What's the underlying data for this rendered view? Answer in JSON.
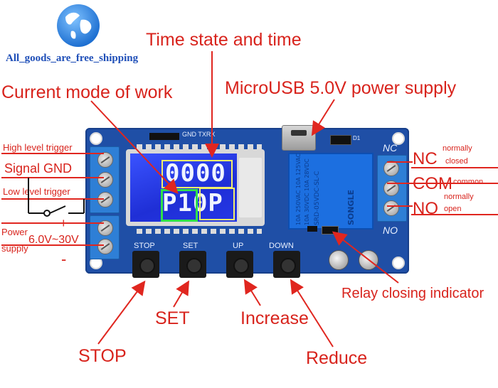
{
  "logo": {
    "caption": "All_goods_are_free_shipping",
    "icon": "globe-icon"
  },
  "callouts": {
    "time_state": "Time state and time",
    "current_mode": "Current mode of work",
    "microusb": "MicroUSB 5.0V power supply",
    "high_trigger": "High level trigger",
    "signal_gnd": "Signal GND",
    "low_trigger": "Low level trigger",
    "power": "Power",
    "supply": "supply",
    "voltage": "6.0V~30V",
    "nc": "NC",
    "nc_desc_1": "normally",
    "nc_desc_2": "closed",
    "com": "COM",
    "com_desc": "common",
    "no": "NO",
    "no_desc_1": "normally",
    "no_desc_2": "open",
    "relay_indicator": "Relay closing indicator",
    "set": "SET",
    "increase": "Increase",
    "stop": "STOP",
    "reduce": "Reduce",
    "plus": "+",
    "minus": "-"
  },
  "board": {
    "header_label": "GND TXRX",
    "lcd_top": "0000",
    "lcd_bottom": "P10P",
    "buttons": [
      "STOP",
      "SET",
      "UP",
      "DOWN"
    ],
    "nc_silk": "NC",
    "no_silk": "NO",
    "d1": "D1",
    "relay_lines": [
      "10A 250VAC 10A 125VAC",
      "10A 30VDC 10A 28VDC",
      "SRD-05VDC-SL-C",
      "SONGLE"
    ]
  },
  "colors": {
    "label_red": "#d8231c",
    "board_blue": "#1f4fa6",
    "lcd_blue": "#2537e6",
    "highlight_yellow": "#f4f06a",
    "highlight_green": "#2fe04a"
  }
}
